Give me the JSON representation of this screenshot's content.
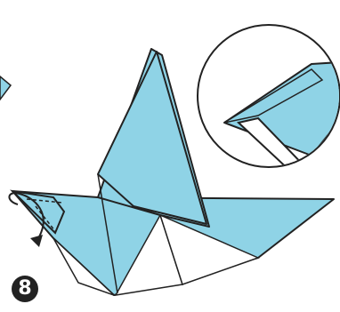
{
  "diagram": {
    "step_number": "8",
    "colors": {
      "paper_front": "#8fd3e6",
      "paper_back": "#ffffff",
      "outline": "#222222",
      "background": "#ffffff"
    },
    "symbols": [
      "previous-step-arrow",
      "fold-arrow",
      "fold-line",
      "detail-circle"
    ]
  }
}
